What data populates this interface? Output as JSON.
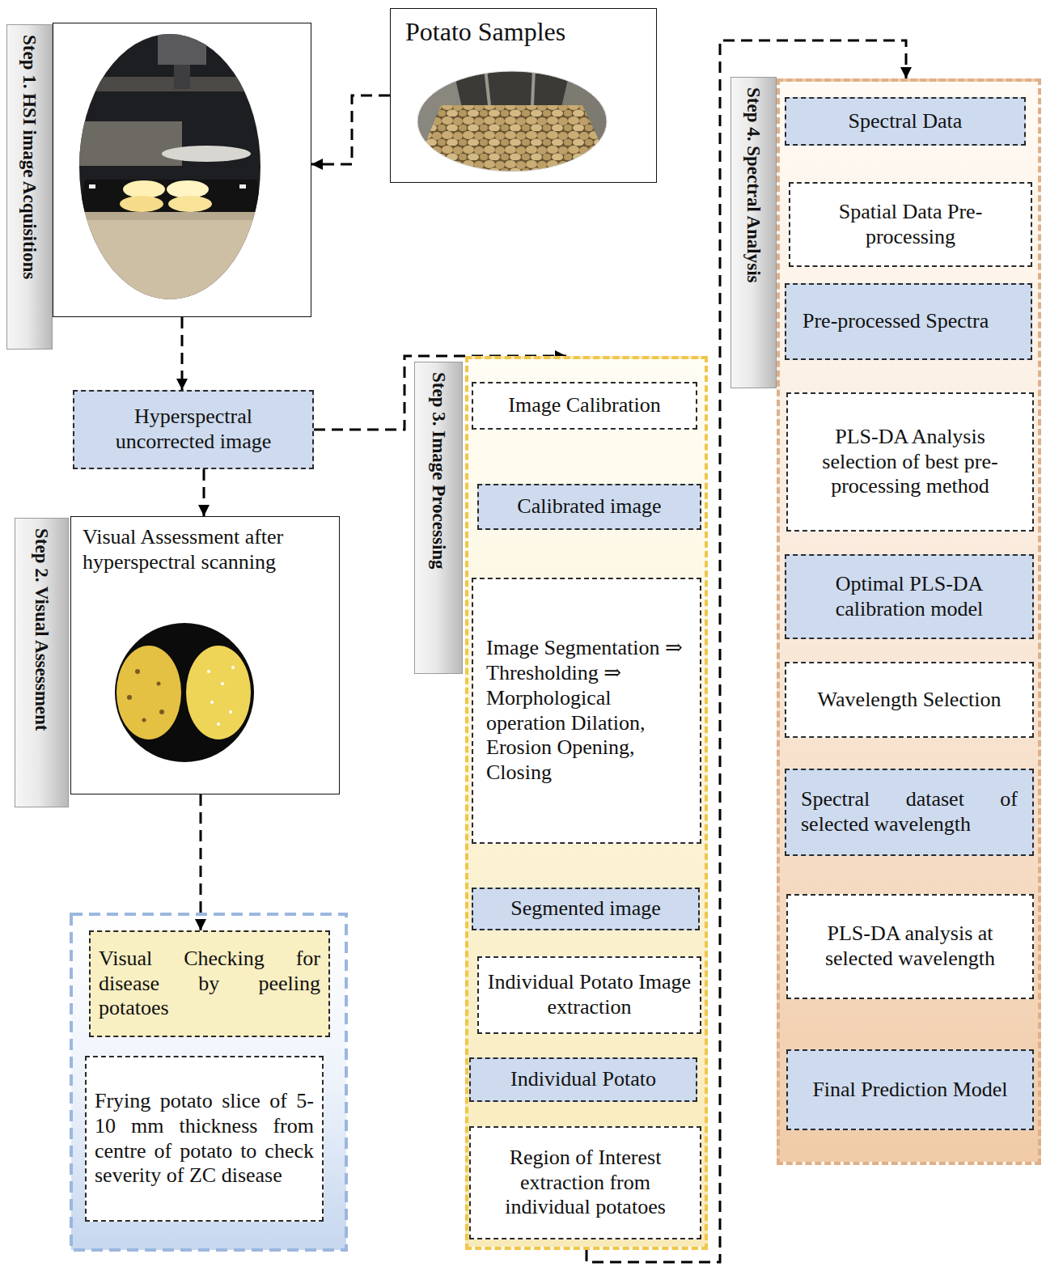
{
  "diagram": {
    "nodes": [
      {
        "text": [
          "Potato Samples"
        ]
      },
      {
        "text": [
          "Step 1. HSI image Acquisitions"
        ]
      },
      {
        "text": [
          "Hyperspectral uncorrected image"
        ]
      },
      {
        "text": [
          "Step 2. Visual Assessment",
          "Visual Assessment after hyperspectral scanning"
        ]
      },
      {
        "text": [
          "Visual Checking for disease by peeling potatoes"
        ]
      },
      {
        "text": [
          "Frying potato slice of 5-10 mm thickness from centre of potato to check severity of ZC disease"
        ]
      },
      {
        "text": [
          "Step 3. Image Processing"
        ]
      },
      {
        "text": [
          "Image Calibration"
        ],
        "in": 6
      },
      {
        "text": [
          "Calibrated image"
        ],
        "in": 6
      },
      {
        "text": [
          "Image Segmentation ⇒ Thresholding ⇒ Morphological operation Dilation, Erosion Opening, Closing"
        ],
        "in": 6
      },
      {
        "text": [
          "Segmented image"
        ],
        "in": 6
      },
      {
        "text": [
          "Individual Potato Image extraction"
        ],
        "in": 6
      },
      {
        "text": [
          "Individual Potato"
        ],
        "in": 6
      },
      {
        "text": [
          "Region of Interest extraction from individual potatoes"
        ],
        "in": 6
      },
      {
        "text": [
          "Step 4. Spectral Analysis"
        ]
      },
      {
        "text": [
          "Spectral Data"
        ],
        "in": 14
      },
      {
        "text": [
          "Spatial Data Pre-processing"
        ],
        "in": 14
      },
      {
        "text": [
          "Pre-processed Spectra"
        ],
        "in": 14
      },
      {
        "text": [
          "PLS-DA Analysis selection of best pre-processing method"
        ],
        "in": 14
      },
      {
        "text": [
          "Optimal PLS-DA calibration model"
        ],
        "in": 14
      },
      {
        "text": [
          "Wavelength Selection"
        ],
        "in": 14
      },
      {
        "text": [
          "Spectral dataset of selected wavelength"
        ],
        "in": 14
      },
      {
        "text": [
          "PLS-DA analysis at selected wavelength"
        ],
        "in": 14
      },
      {
        "text": [
          "Final Prediction Model"
        ],
        "in": 14
      }
    ],
    "edges": [
      {
        "from": 0,
        "to": 1,
        "arrow": "to"
      },
      {
        "from": 1,
        "to": 2,
        "arrow": "to"
      },
      {
        "from": 2,
        "to": 3,
        "arrow": "to"
      },
      {
        "from": 3,
        "to": 4,
        "arrow": "to"
      },
      {
        "from": 2,
        "to": 6,
        "arrow": "to"
      },
      {
        "from": 6,
        "to": 14,
        "arrow": "to"
      }
    ]
  }
}
